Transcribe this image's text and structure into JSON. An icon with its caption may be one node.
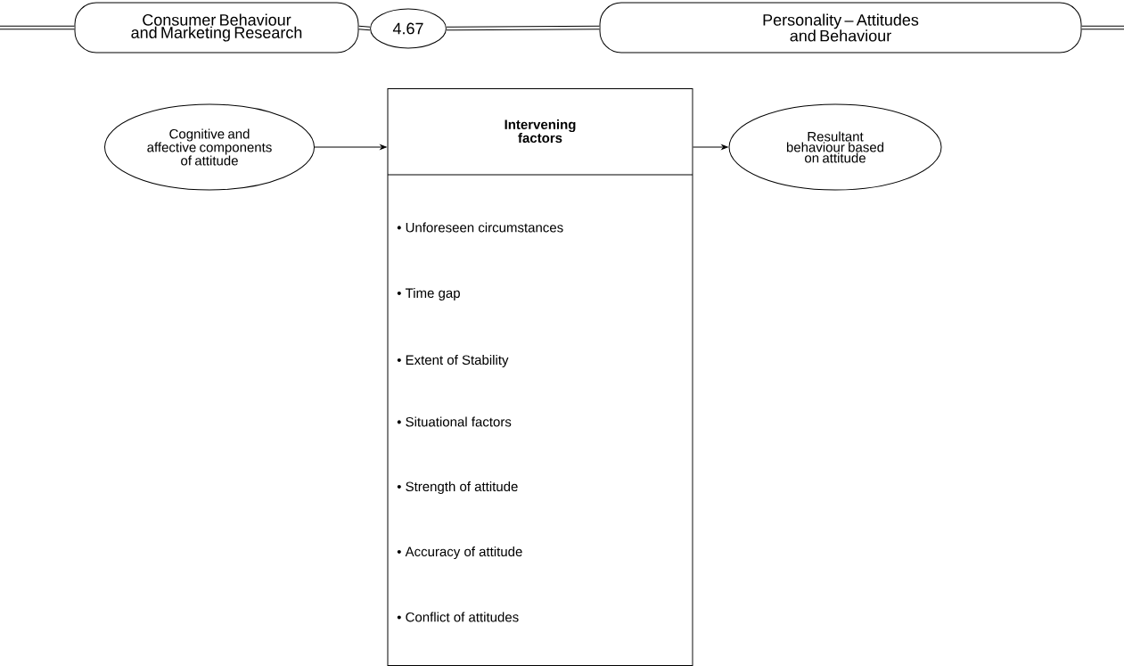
{
  "diagram": {
    "nodes": [
      {
        "text": [
          "Consumer Behaviour and Marketing Research"
        ]
      },
      {
        "text": [
          "4.67"
        ]
      },
      {
        "text": [
          "Personality – Attitudes and Behaviour"
        ]
      },
      {
        "text": [
          "Cognitive and affective components of attitude"
        ]
      },
      {
        "text": [
          "Intervening factors",
          "• Unforeseen circumstances",
          "• Time gap",
          "• Extent of Stability",
          "• Situational factors",
          "• Strength of attitude",
          "• Accuracy of attitude",
          "• Conflict of attitudes"
        ]
      },
      {
        "text": [
          "Resultant behaviour based on attitude"
        ]
      }
    ],
    "edges": [
      {
        "from": null,
        "to": 0,
        "arrow": "none"
      },
      {
        "from": 0,
        "to": 1,
        "arrow": "none"
      },
      {
        "from": 1,
        "to": 2,
        "arrow": "none"
      },
      {
        "from": 2,
        "to": null,
        "arrow": "none"
      },
      {
        "from": 3,
        "to": 4,
        "arrow": "to"
      },
      {
        "from": 4,
        "to": 5,
        "arrow": "to"
      }
    ]
  }
}
